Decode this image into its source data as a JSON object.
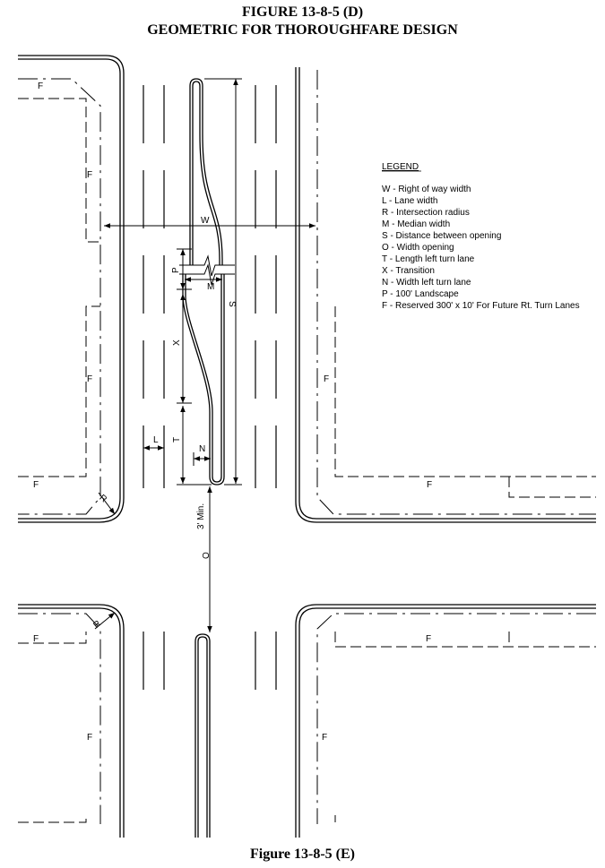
{
  "figure": {
    "title_line1": "FIGURE 13-8-5 (D)",
    "title_line2": "GEOMETRIC FOR THOROUGHFARE DESIGN",
    "caption": "Figure 13-8-5 (E)"
  },
  "legend": {
    "heading": "LEGEND",
    "items": [
      "W - Right of way width",
      "L - Lane width",
      "R - Intersection radius",
      "M - Median width",
      "S - Distance between opening",
      "O - Width opening",
      "T - Length left turn lane",
      "X - Transition",
      "N - Width left turn lane",
      "P - 100' Landscape",
      "F - Reserved 300' x 10' For Future Rt. Turn Lanes"
    ]
  },
  "labels": {
    "W": "W",
    "L": "L",
    "R": "R",
    "M": "M",
    "S": "S",
    "O": "O",
    "T": "T",
    "X": "X",
    "N": "N",
    "P": "P",
    "F": "F",
    "min": "3' Min."
  }
}
